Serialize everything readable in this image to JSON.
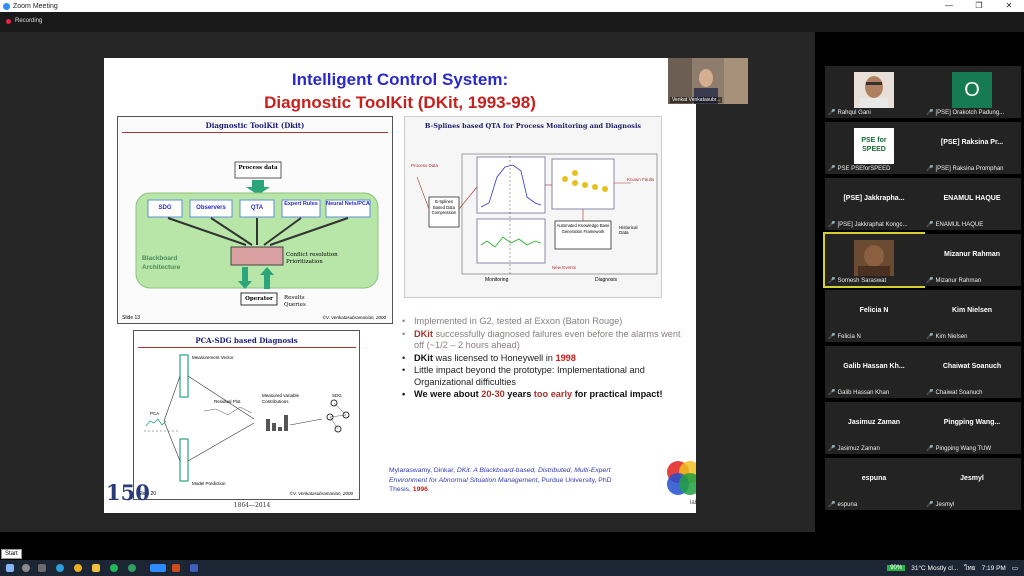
{
  "window": {
    "title": "Zoom Meeting",
    "controls": [
      "—",
      "❐",
      "✕"
    ]
  },
  "recording": {
    "label": "Recording"
  },
  "slide": {
    "title_line1": "Intelligent Control System:",
    "title_line2": "Diagnostic ToolKit (DKit, 1993-98)",
    "dkit_panel": {
      "title": "Diagnostic ToolKit (Dkit)",
      "process_data": "Process data",
      "modules": [
        "SDG",
        "Observers",
        "QTA",
        "Expert Rules",
        "Neural Nets/PCA"
      ],
      "blackboard": "Blackboard Architecture",
      "conflict": "Conflict resolution Prioritization",
      "operator": "Operator",
      "results": "Results Queries",
      "slide_no": "Slide 13",
      "credit": "©V. Venkatasubramanian, 2000"
    },
    "bspline_panel": {
      "title": "B-Splines based QTA for Process Monitoring and Diagnosis",
      "process_data": "Process Data",
      "bspline_box": "B-Splines Based Data Compression",
      "known_faults": "Known Faults",
      "historical": "Historical Data",
      "kb_box": "Automated Knowledge Base Generation Framework",
      "new_events": "New Events",
      "monitoring": "Monitoring",
      "diagnosis": "Diagnosis"
    },
    "pca_panel": {
      "title": "PCA-SDG based Diagnosis",
      "measurement": "Measurement Vector",
      "residual": "Residual Plot",
      "contrib": "Measured variable Contributions",
      "sdg": "SDG",
      "pca": "PCA",
      "model_pred": "Model Prediction",
      "slide_no": "Slide 20",
      "credit": "©V. Venkatasubramanian, 2000"
    },
    "bullets": {
      "b1": "Implemented in G2, tested at Exxon (Baton Rouge)",
      "b2_dkit": "DKit",
      "b2_rest": " successfully diagnosed failures even before the alarms went off  (~1/2 – 2 hours ahead)",
      "b3_dkit": "DKit",
      "b3_mid": " was licensed to Honeywell in ",
      "b3_year": "1998",
      "b4": "Little impact beyond the prototype: Implementational and Organizational difficulties",
      "b5_a": "We were about ",
      "b5_years": "20-30",
      "b5_b": " years ",
      "b5_early": "too early",
      "b5_c": " for practical impact!"
    },
    "citation": {
      "authors": "Mylaraswamy, Dinkar, ",
      "work": "DKit: A Blackboard-based, Distributed, Multi-Expert Environment for Abnormal Situation Management",
      "rest": ", Purdue University, PhD Thesis, ",
      "year": "1996",
      "end": "."
    },
    "logo150": "150",
    "years150": "1864—2014",
    "lab_logo": "lab"
  },
  "self_video": {
    "name": "Venkat Venkatasubr..."
  },
  "participants": [
    {
      "display": "",
      "label": "Rahqul Gani",
      "pic": "photo"
    },
    {
      "display": "O",
      "label": "[PSE] Orakotch Padung...",
      "pic": "initial"
    },
    {
      "display": "",
      "label": "PSE PSEforSPEED",
      "pic": "logo"
    },
    {
      "display": "[PSE] Raksina Pr...",
      "label": "[PSE] Raksina Promphan",
      "pic": "none"
    },
    {
      "display": "[PSE] Jakkrapha...",
      "label": "[PSE] Jakkraphat Kongc...",
      "pic": "none"
    },
    {
      "display": "ENAMUL HAQUE",
      "label": "ENAMUL HAQUE",
      "pic": "none"
    },
    {
      "display": "",
      "label": "Somesh Saraswat",
      "pic": "photo2"
    },
    {
      "display": "Mizanur Rahman",
      "label": "Mizanur Rahman",
      "pic": "none"
    },
    {
      "display": "Felicia N",
      "label": "Felicia N",
      "pic": "none"
    },
    {
      "display": "Kim Nielsen",
      "label": "Kim Nielsen",
      "pic": "none"
    },
    {
      "display": "Galib Hassan Kh...",
      "label": "Galib Hassan Khan",
      "pic": "none"
    },
    {
      "display": "Chaiwat Soanuch",
      "label": "Chaiwat Soanuch",
      "pic": "none"
    },
    {
      "display": "Jasimuz Zaman",
      "label": "Jasimuz Zaman",
      "pic": "none"
    },
    {
      "display": "Pingping Wang...",
      "label": "Pingping Wang TUW",
      "pic": "none"
    },
    {
      "display": "espuna",
      "label": "espuna",
      "pic": "none"
    },
    {
      "display": "Jesmyl",
      "label": "Jesmyl",
      "pic": "none"
    }
  ],
  "psespeed_logo": "PSE for SPEED",
  "taskbar": {
    "start": "Start",
    "battery": "90%",
    "weather": "31°C  Mostly cl...",
    "lang": "ไทย",
    "time": "7:19 PM"
  },
  "colors": {
    "accent_blue": "#2a2acc",
    "title_red": "#c8201c",
    "active_border": "#d8d030"
  }
}
